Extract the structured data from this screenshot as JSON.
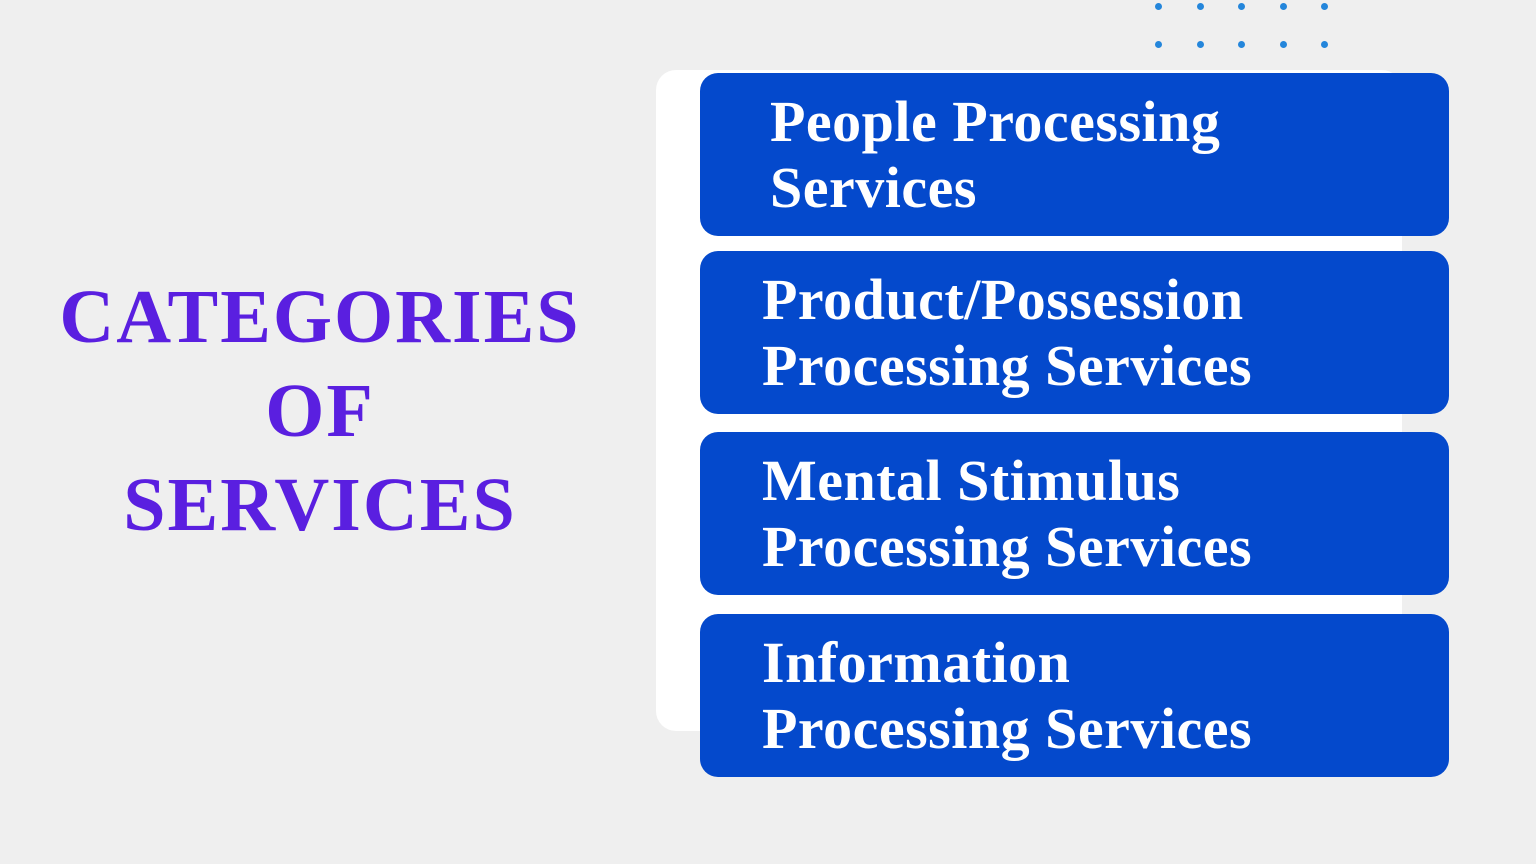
{
  "title": {
    "lines": [
      "CATEGORIES",
      "OF",
      "SERVICES"
    ]
  },
  "categories": [
    {
      "line1": "People Processing",
      "line2": "Services"
    },
    {
      "line1": "Product/Possession",
      "line2": "Processing Services"
    },
    {
      "line1": "Mental Stimulus",
      "line2": "Processing Services"
    },
    {
      "line1": "Information",
      "line2": "Processing Services"
    }
  ],
  "colors": {
    "title": "#5a1fe0",
    "card": "#0449cc",
    "dots": "#2486db",
    "background": "#efefef"
  }
}
